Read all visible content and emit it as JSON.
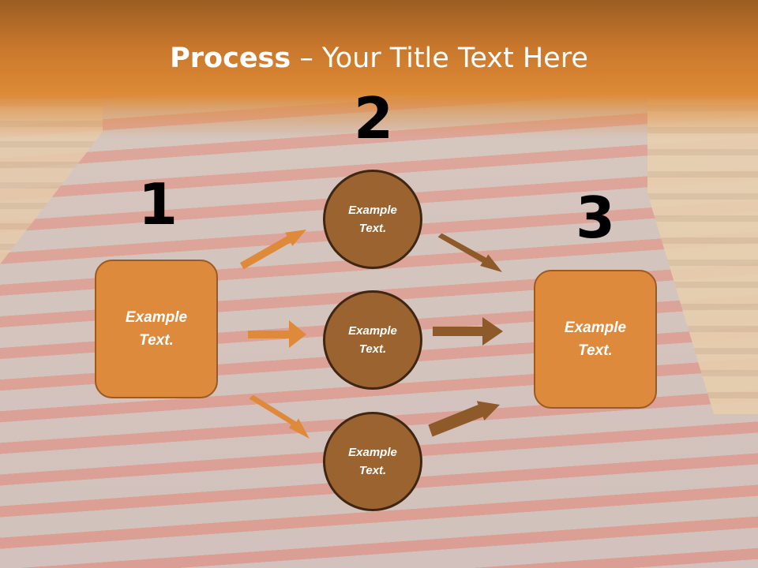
{
  "slide": {
    "title_bold": "Process",
    "title_rest": " – Your Title Text Here"
  },
  "steps": [
    {
      "number": "1",
      "text": "Example\nText."
    },
    {
      "number": "2",
      "items": [
        {
          "text": "Example\nText."
        },
        {
          "text": "Example\nText."
        },
        {
          "text": "Example\nText."
        }
      ]
    },
    {
      "number": "3",
      "text": "Example\nText."
    }
  ],
  "colors": {
    "title_band": "#c9772c",
    "box_fill": "#dd8a3d",
    "circle_fill": "#9a6330",
    "arrow_in": "#df8a3a",
    "arrow_out": "#8f5a2a"
  }
}
